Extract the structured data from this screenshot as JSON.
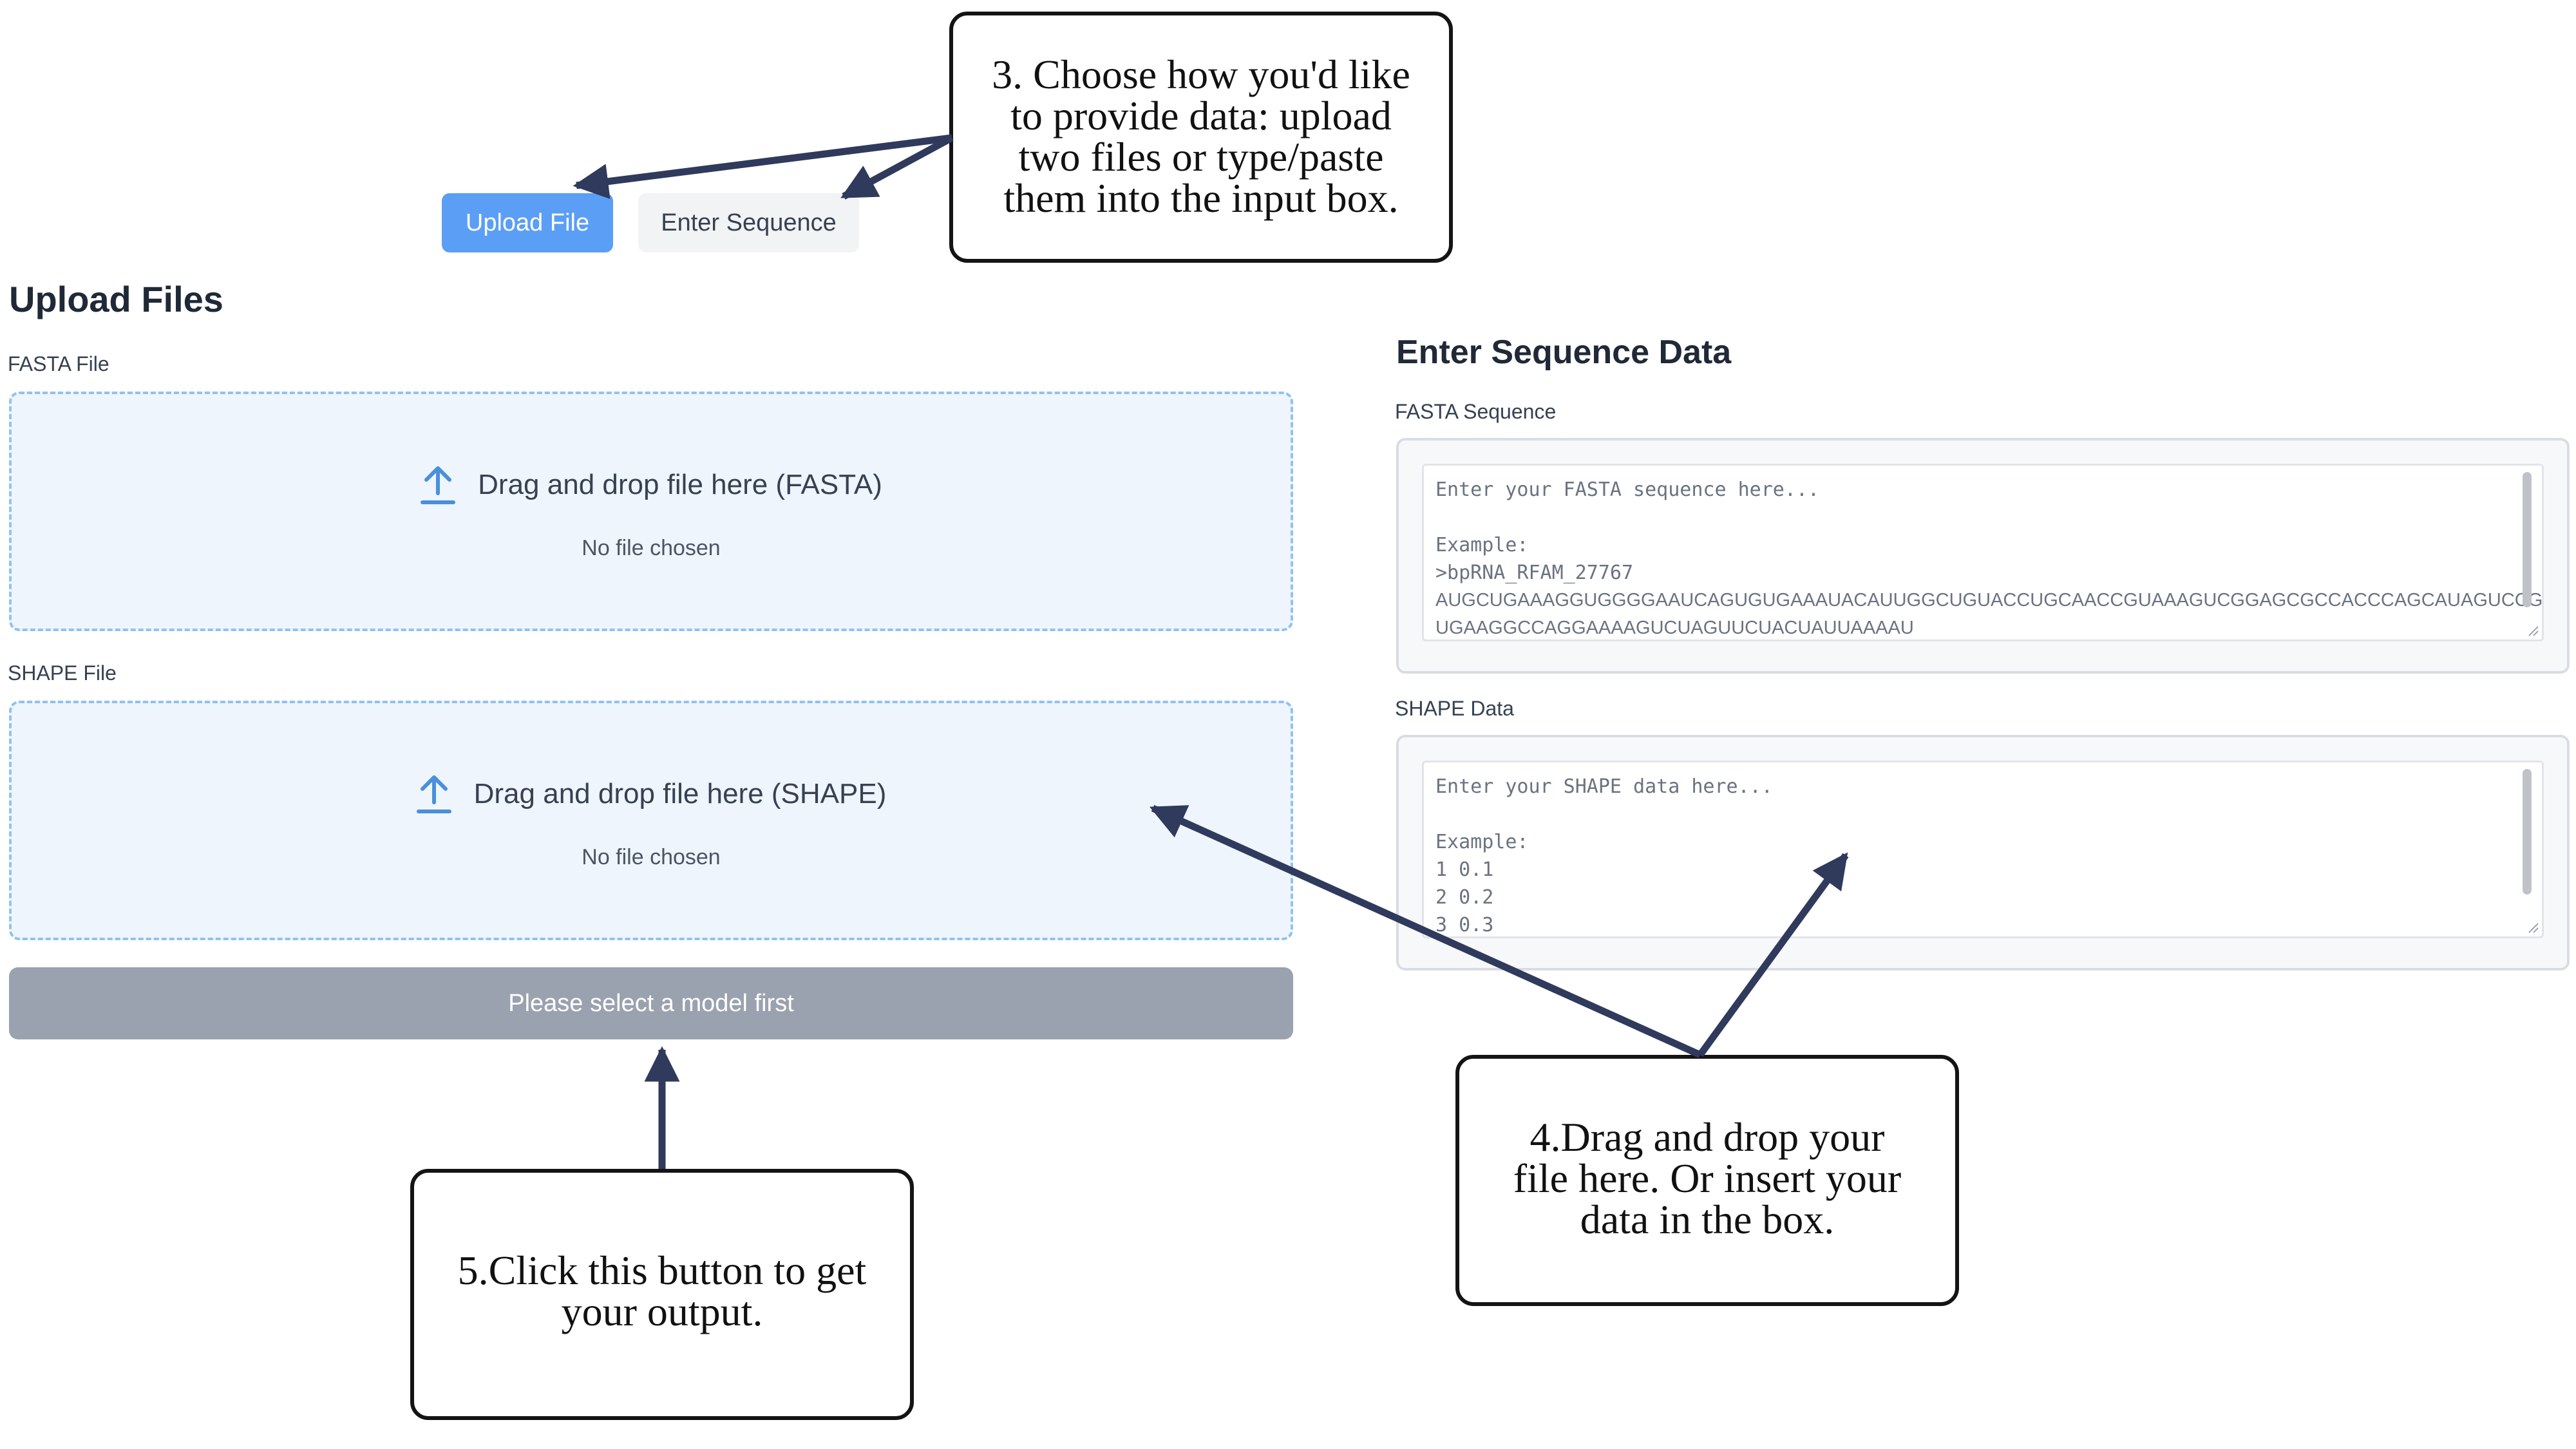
{
  "tabs": {
    "upload_label": "Upload File",
    "enter_label": "Enter Sequence",
    "active_color": "#5b9ef5"
  },
  "upload": {
    "title": "Upload Files",
    "fasta_label": "FASTA File",
    "fasta_drop_text": "Drag and drop file here (FASTA)",
    "fasta_status": "No file chosen",
    "shape_label": "SHAPE File",
    "shape_drop_text": "Drag and drop file here (SHAPE)",
    "shape_status": "No file chosen",
    "submit_label": "Please select a model first",
    "upload_icon": "upload-arrow-icon"
  },
  "sequence": {
    "title": "Enter Sequence Data",
    "fasta_label": "FASTA Sequence",
    "fasta_placeholder": "Enter your FASTA sequence here...",
    "fasta_example_label": "Example:",
    "fasta_example_header": ">bpRNA_RFAM_27767",
    "fasta_example_line1": "AUGCUGAAAGGUGGGGAAUCAGUGUGAAAUACAUUGGCUGUACCUGCAACCGUAAAGUCGGAGCGCCACCCAGCAUAGUCCGCUGUUGAA",
    "fasta_example_line2": "UGAAGGCCAGGAAAAGUCUAGUUCUACUAUUAAAAU",
    "shape_label": "SHAPE Data",
    "shape_placeholder": "Enter your SHAPE data here...",
    "shape_example_label": "Example:",
    "shape_example_lines": [
      "1 0.1",
      "2 0.2",
      "3 0.3"
    ]
  },
  "callouts": {
    "step3": [
      "3. Choose how you'd like",
      "to provide data: upload",
      "two files or type/paste",
      "them into the input box."
    ],
    "step4": [
      "4.Drag and drop your",
      "file here. Or insert your",
      "data in the box."
    ],
    "step5": [
      "5.Click this button to get",
      "your output."
    ]
  },
  "colors": {
    "arrow": "#2f3a5c",
    "dropzone_border": "#90c2f0",
    "dropzone_bg": "#eef5fd",
    "disabled_button": "#9aa2b0"
  }
}
